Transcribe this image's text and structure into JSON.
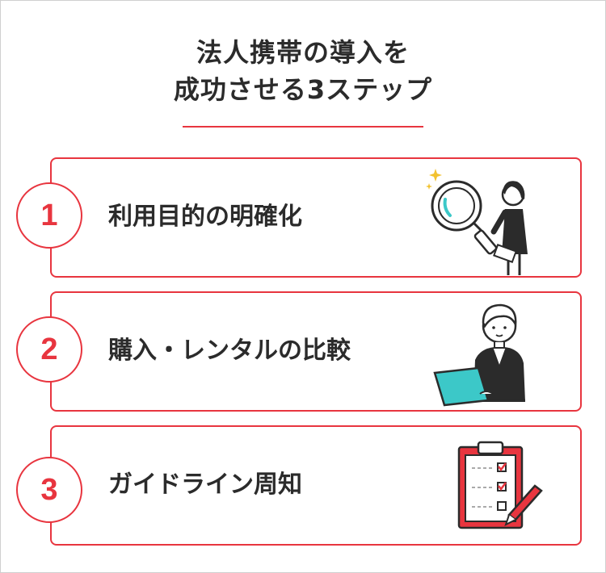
{
  "title": {
    "line1": "法人携帯の導入を",
    "line2": "成功させる3ステップ"
  },
  "steps": [
    {
      "number": "1",
      "label": "利用目的の明確化",
      "illustration": "woman-with-magnifying-glass-icon"
    },
    {
      "number": "2",
      "label": "購入・レンタルの比較",
      "illustration": "man-with-laptop-icon"
    },
    {
      "number": "3",
      "label": "ガイドライン周知",
      "illustration": "clipboard-checklist-icon"
    }
  ],
  "colors": {
    "accent": "#e8353f",
    "text": "#2b2b2b",
    "teal": "#3cc8c8"
  }
}
